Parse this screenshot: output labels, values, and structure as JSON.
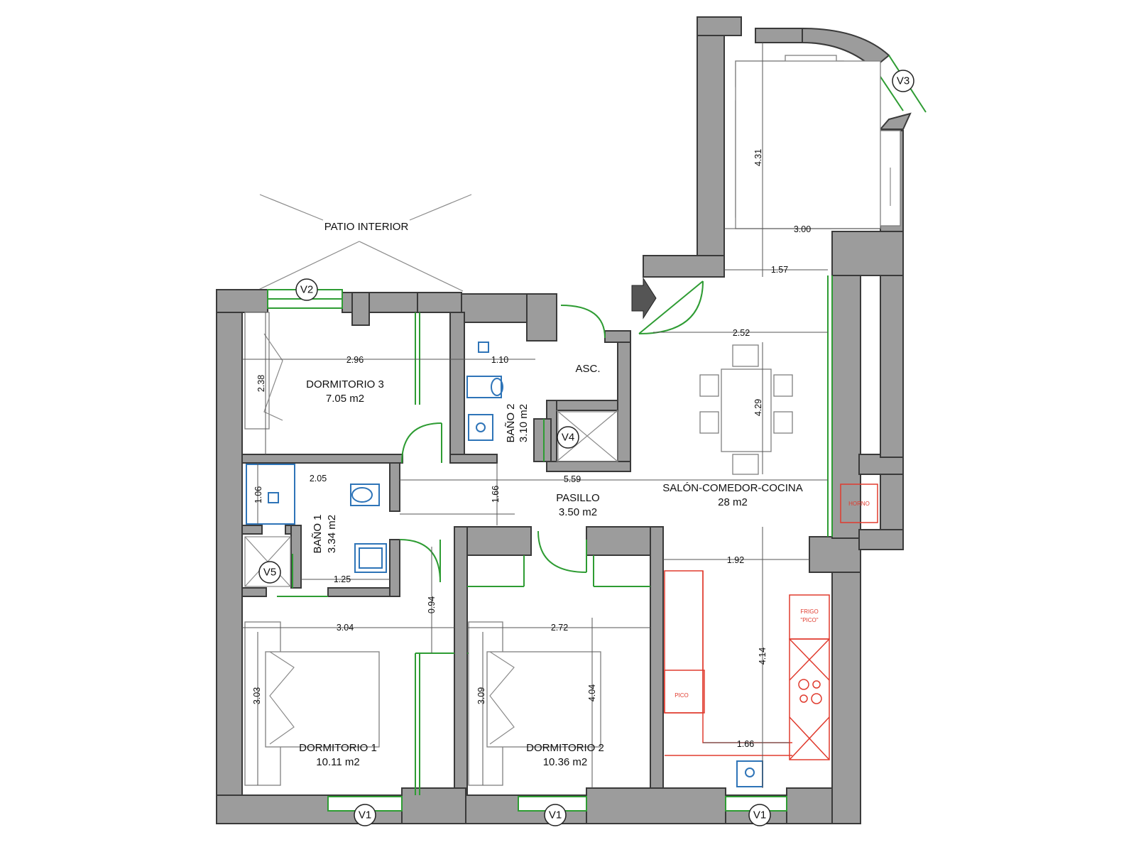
{
  "rooms": {
    "patio": "PATIO INTERIOR",
    "dormitorio3": {
      "name": "DORMITORIO 3",
      "area": "7.05 m2"
    },
    "bano2": {
      "name": "BAÑO 2",
      "area": "3.10 m2"
    },
    "asc": "ASC.",
    "bano1": {
      "name": "BAÑO 1",
      "area": "3.34 m2"
    },
    "pasillo": {
      "name": "PASILLO",
      "area": "3.50 m2"
    },
    "salon": {
      "name": "SALÓN-COMEDOR-COCINA",
      "area": "28 m2"
    },
    "dormitorio1": {
      "name": "DORMITORIO 1",
      "area": "10.11 m2"
    },
    "dormitorio2": {
      "name": "DORMITORIO 2",
      "area": "10.36 m2"
    }
  },
  "windows": {
    "v1a": "V1",
    "v1b": "V1",
    "v1c": "V1",
    "v2": "V2",
    "v3": "V3",
    "v4": "V4",
    "v5": "V5"
  },
  "dimensions": {
    "d431": "4.31",
    "d300": "3.00",
    "d157": "1.57",
    "d252": "2.52",
    "d429": "4.29",
    "d296": "2.96",
    "d110": "1.10",
    "d238": "2.38",
    "d205": "2.05",
    "d106": "1.06",
    "d559": "5.59",
    "d166v": "1.66",
    "d125": "1.25",
    "d094": "0.94",
    "d192": "1.92",
    "d304": "3.04",
    "d272": "2.72",
    "d303": "3.03",
    "d309": "3.09",
    "d404": "4.04",
    "d414": "4.14",
    "d166h": "1.66"
  },
  "appliances": {
    "horno": "HORNO",
    "frigo1": "FRIGO",
    "frigo2": "\"PICO\"",
    "pico": "PICO"
  },
  "colors": {
    "wall": "#9c9c9c",
    "door": "#2e9c33",
    "sanitary": "#2e74b8",
    "kitchen": "#e03b2e"
  }
}
